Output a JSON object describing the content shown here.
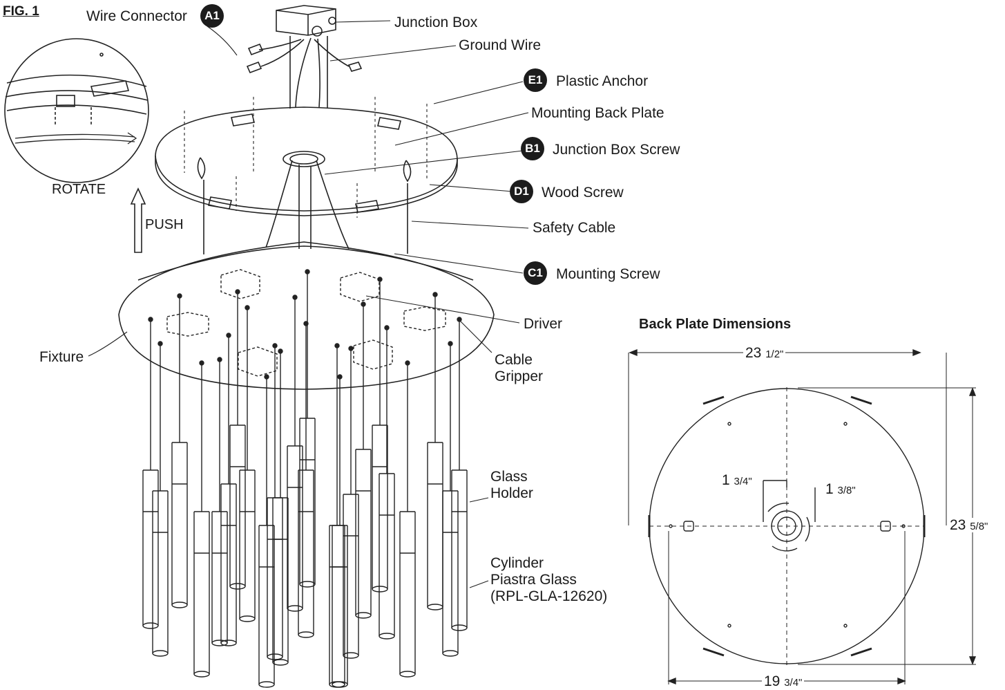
{
  "figure": {
    "label": "FIG. 1"
  },
  "callouts": [
    {
      "id": "wire-connector",
      "text": "Wire Connector",
      "badge": "A1"
    },
    {
      "id": "junction-box",
      "text": "Junction Box"
    },
    {
      "id": "ground-wire",
      "text": "Ground Wire"
    },
    {
      "id": "plastic-anchor",
      "text": "Plastic Anchor",
      "badge": "E1"
    },
    {
      "id": "mounting-back-plate",
      "text": "Mounting Back Plate"
    },
    {
      "id": "junction-box-screw",
      "text": "Junction Box Screw",
      "badge": "B1"
    },
    {
      "id": "wood-screw",
      "text": "Wood Screw",
      "badge": "D1"
    },
    {
      "id": "safety-cable",
      "text": "Safety Cable"
    },
    {
      "id": "mounting-screw",
      "text": "Mounting Screw",
      "badge": "C1"
    },
    {
      "id": "driver",
      "text": "Driver"
    },
    {
      "id": "cable-gripper",
      "text": "Cable\nGripper"
    },
    {
      "id": "fixture",
      "text": "Fixture"
    },
    {
      "id": "glass-holder",
      "text": "Glass\nHolder"
    },
    {
      "id": "cylinder-glass",
      "text": "Cylinder\nPiastra Glass\n(RPL-GLA-12620)"
    }
  ],
  "actions": {
    "rotate": "ROTATE",
    "push": "PUSH"
  },
  "dimensions": {
    "title": "Back Plate Dimensions",
    "width": {
      "whole": "23",
      "frac": "1/2\""
    },
    "height": {
      "whole": "23",
      "frac": "5/8\""
    },
    "inner": {
      "whole": "19",
      "frac": "3/4\""
    },
    "offset_x": {
      "whole": "1",
      "frac": "3/4\""
    },
    "offset_y": {
      "whole": "1",
      "frac": "3/8\""
    }
  }
}
